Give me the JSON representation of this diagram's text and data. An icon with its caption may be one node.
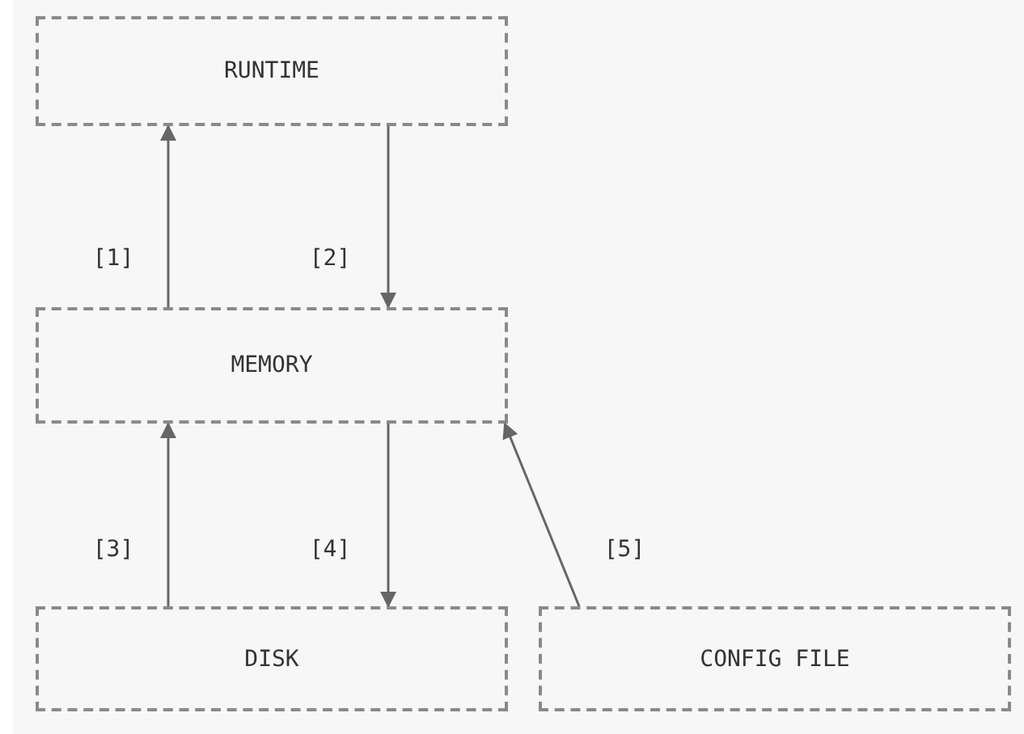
{
  "diagram": {
    "nodes": [
      {
        "text": [
          "RUNTIME"
        ]
      },
      {
        "text": [
          "MEMORY"
        ]
      },
      {
        "text": [
          "DISK"
        ]
      },
      {
        "text": [
          "CONFIG FILE"
        ]
      }
    ],
    "edges": [
      {
        "from": 1,
        "to": 0,
        "arrow": "to",
        "label": "[1]"
      },
      {
        "from": 0,
        "to": 1,
        "arrow": "to",
        "label": "[2]"
      },
      {
        "from": 2,
        "to": 1,
        "arrow": "to",
        "label": "[3]"
      },
      {
        "from": 1,
        "to": 2,
        "arrow": "to",
        "label": "[4]"
      },
      {
        "from": 3,
        "to": 1,
        "arrow": "to",
        "label": "[5]"
      }
    ]
  }
}
